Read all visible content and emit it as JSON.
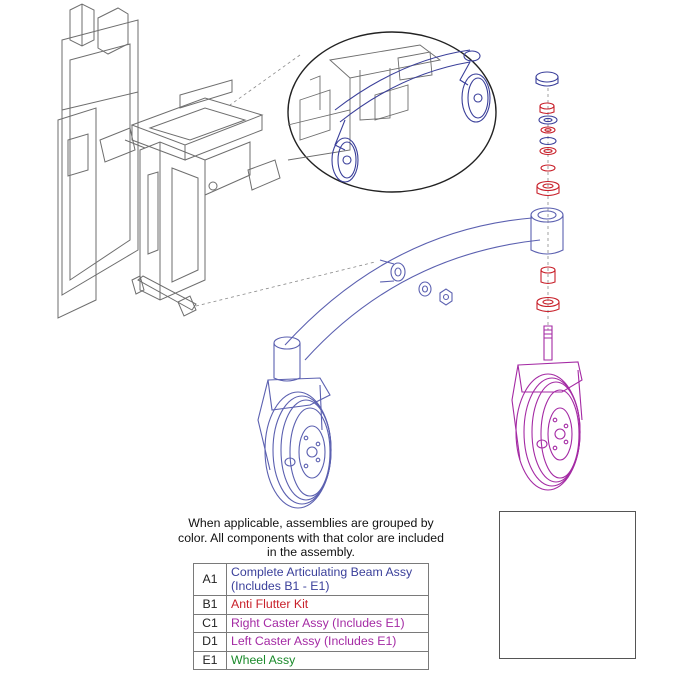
{
  "note": "When applicable, assemblies are grouped by color. All components with that color are included in the assembly.",
  "legend": [
    {
      "code": "A1",
      "description": "Complete Articulating Beam Assy (Includes B1 - E1)",
      "color": "#3a3f9a"
    },
    {
      "code": "B1",
      "description": "Anti Flutter Kit",
      "color": "#c8202a"
    },
    {
      "code": "C1",
      "description": "Right Caster Assy (Includes E1)",
      "color": "#a42aa4"
    },
    {
      "code": "D1",
      "description": "Left Caster Assy (Includes E1)",
      "color": "#a42aa4"
    },
    {
      "code": "E1",
      "description": "Wheel Assy",
      "color": "#1a8a2a"
    }
  ],
  "colors": {
    "frame": "#6e6e6e",
    "beam": "#5b60b0",
    "anti_flutter": "#c8202a",
    "right_caster": "#a42aa4",
    "wheel": "#2a8c2a"
  },
  "icons": [
    "detail-callout-circle",
    "exploded-parts-stack",
    "wheel-detail-inset"
  ]
}
